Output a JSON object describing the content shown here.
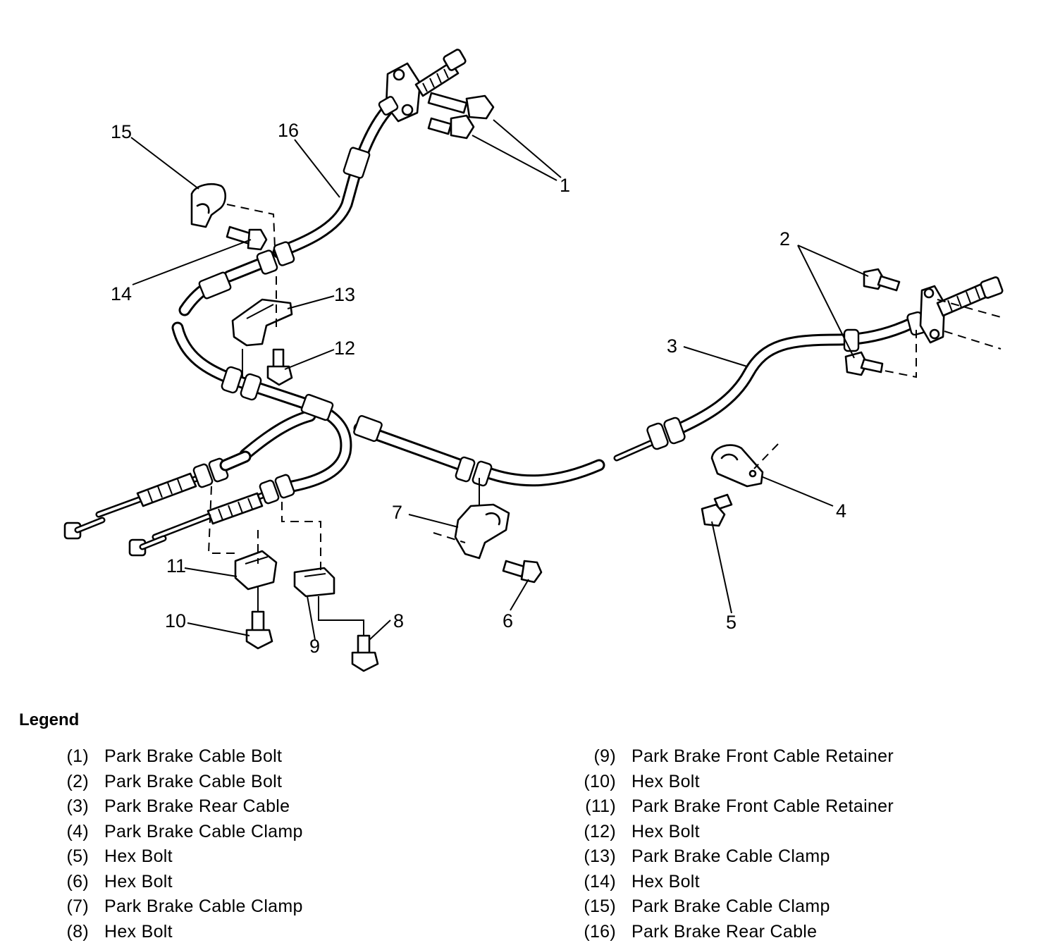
{
  "callouts": [
    "1",
    "2",
    "3",
    "4",
    "5",
    "6",
    "7",
    "8",
    "9",
    "10",
    "11",
    "12",
    "13",
    "14",
    "15",
    "16"
  ],
  "legend": {
    "title": "Legend",
    "left": [
      {
        "num": "(1)",
        "label": "Park Brake Cable Bolt"
      },
      {
        "num": "(2)",
        "label": "Park Brake Cable Bolt"
      },
      {
        "num": "(3)",
        "label": "Park Brake Rear Cable"
      },
      {
        "num": "(4)",
        "label": "Park Brake Cable Clamp"
      },
      {
        "num": "(5)",
        "label": "Hex Bolt"
      },
      {
        "num": "(6)",
        "label": "Hex Bolt"
      },
      {
        "num": "(7)",
        "label": "Park Brake Cable Clamp"
      },
      {
        "num": "(8)",
        "label": "Hex Bolt"
      }
    ],
    "right": [
      {
        "num": "(9)",
        "label": "Park Brake Front Cable Retainer"
      },
      {
        "num": "(10)",
        "label": "Hex Bolt"
      },
      {
        "num": "(11)",
        "label": "Park Brake Front Cable Retainer"
      },
      {
        "num": "(12)",
        "label": "Hex Bolt"
      },
      {
        "num": "(13)",
        "label": "Park Brake Cable Clamp"
      },
      {
        "num": "(14)",
        "label": "Hex Bolt"
      },
      {
        "num": "(15)",
        "label": "Park Brake Cable Clamp"
      },
      {
        "num": "(16)",
        "label": "Park Brake Rear Cable"
      }
    ]
  }
}
